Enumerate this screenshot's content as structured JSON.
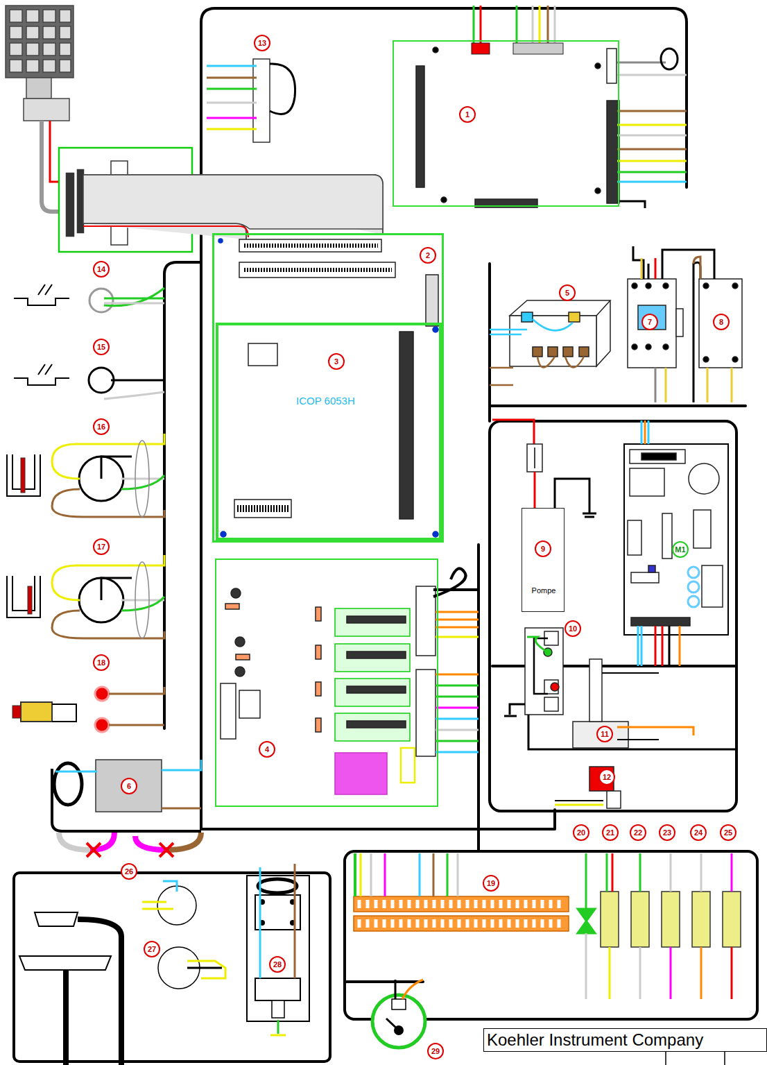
{
  "diagram": {
    "nodes": [
      {
        "text": [
          "1"
        ]
      },
      {
        "text": [
          "2"
        ]
      },
      {
        "text": [
          "3",
          "ICOP 6053H"
        ],
        "in": 1
      },
      {
        "text": [
          "4"
        ]
      },
      {
        "text": [
          "9",
          "Pompe"
        ]
      },
      {
        "text": [
          "Koehler Instrument Company"
        ]
      }
    ],
    "labels": [
      "13",
      "14",
      "15",
      "16",
      "17",
      "18",
      "6",
      "5",
      "7",
      "8",
      "M1",
      "10",
      "11",
      "12",
      "19",
      "20",
      "21",
      "22",
      "23",
      "24",
      "25",
      "26",
      "27",
      "28",
      "29"
    ]
  }
}
